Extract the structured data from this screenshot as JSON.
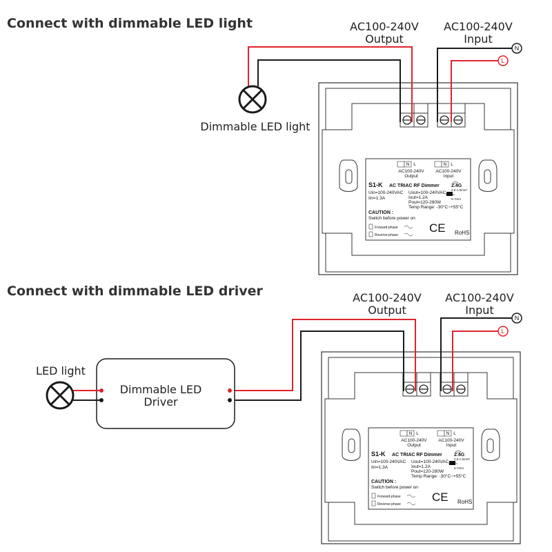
{
  "colors": {
    "live": "#e0232b",
    "neutral": "#1a1a1a",
    "outline": "#333333"
  },
  "section_light": {
    "title": "Connect with dimmable LED light",
    "output_label_1": "AC100-240V",
    "output_label_2": "Output",
    "input_label_1": "AC100-240V",
    "input_label_2": "Input",
    "neutral_terminal": "N",
    "live_terminal": "L",
    "lamp_label": "Dimmable LED light"
  },
  "section_driver": {
    "title": "Connect with dimmable LED driver",
    "output_label_1": "AC100-240V",
    "output_label_2": "Output",
    "input_label_1": "AC100-240V",
    "input_label_2": "Input",
    "neutral_terminal": "N",
    "live_terminal": "L",
    "lamp_label": "LED light",
    "driver_label_1": "Dimmable LED",
    "driver_label_2": "Driver"
  },
  "device_label": {
    "term_n": "N",
    "term_l": "L",
    "output_caption_1": "AC100-240V",
    "output_caption_2": "Output",
    "input_caption_1": "AC100-240V",
    "input_caption_2": "Input",
    "model": "S1-K",
    "model_desc": "AC TRIAC RF Dimmer",
    "uin": "Uin=100-240VAC",
    "iin": "Iin=1.3A",
    "uout": "Uout=100-240VAC",
    "iout": "Iout=1.2A",
    "pout": "Pout=120-280W",
    "temp": "Temp Range: -30°C~+55°C",
    "rf": "2.4G",
    "wire": "0.5-1.5mm²",
    "strip": "6-7mm",
    "caution": "CAUTION :",
    "switch_note": "Switch before power on",
    "forward": "Forward-phase",
    "reverse": "Reverse-phase",
    "ce": "CE",
    "rohs": "RoHS"
  }
}
